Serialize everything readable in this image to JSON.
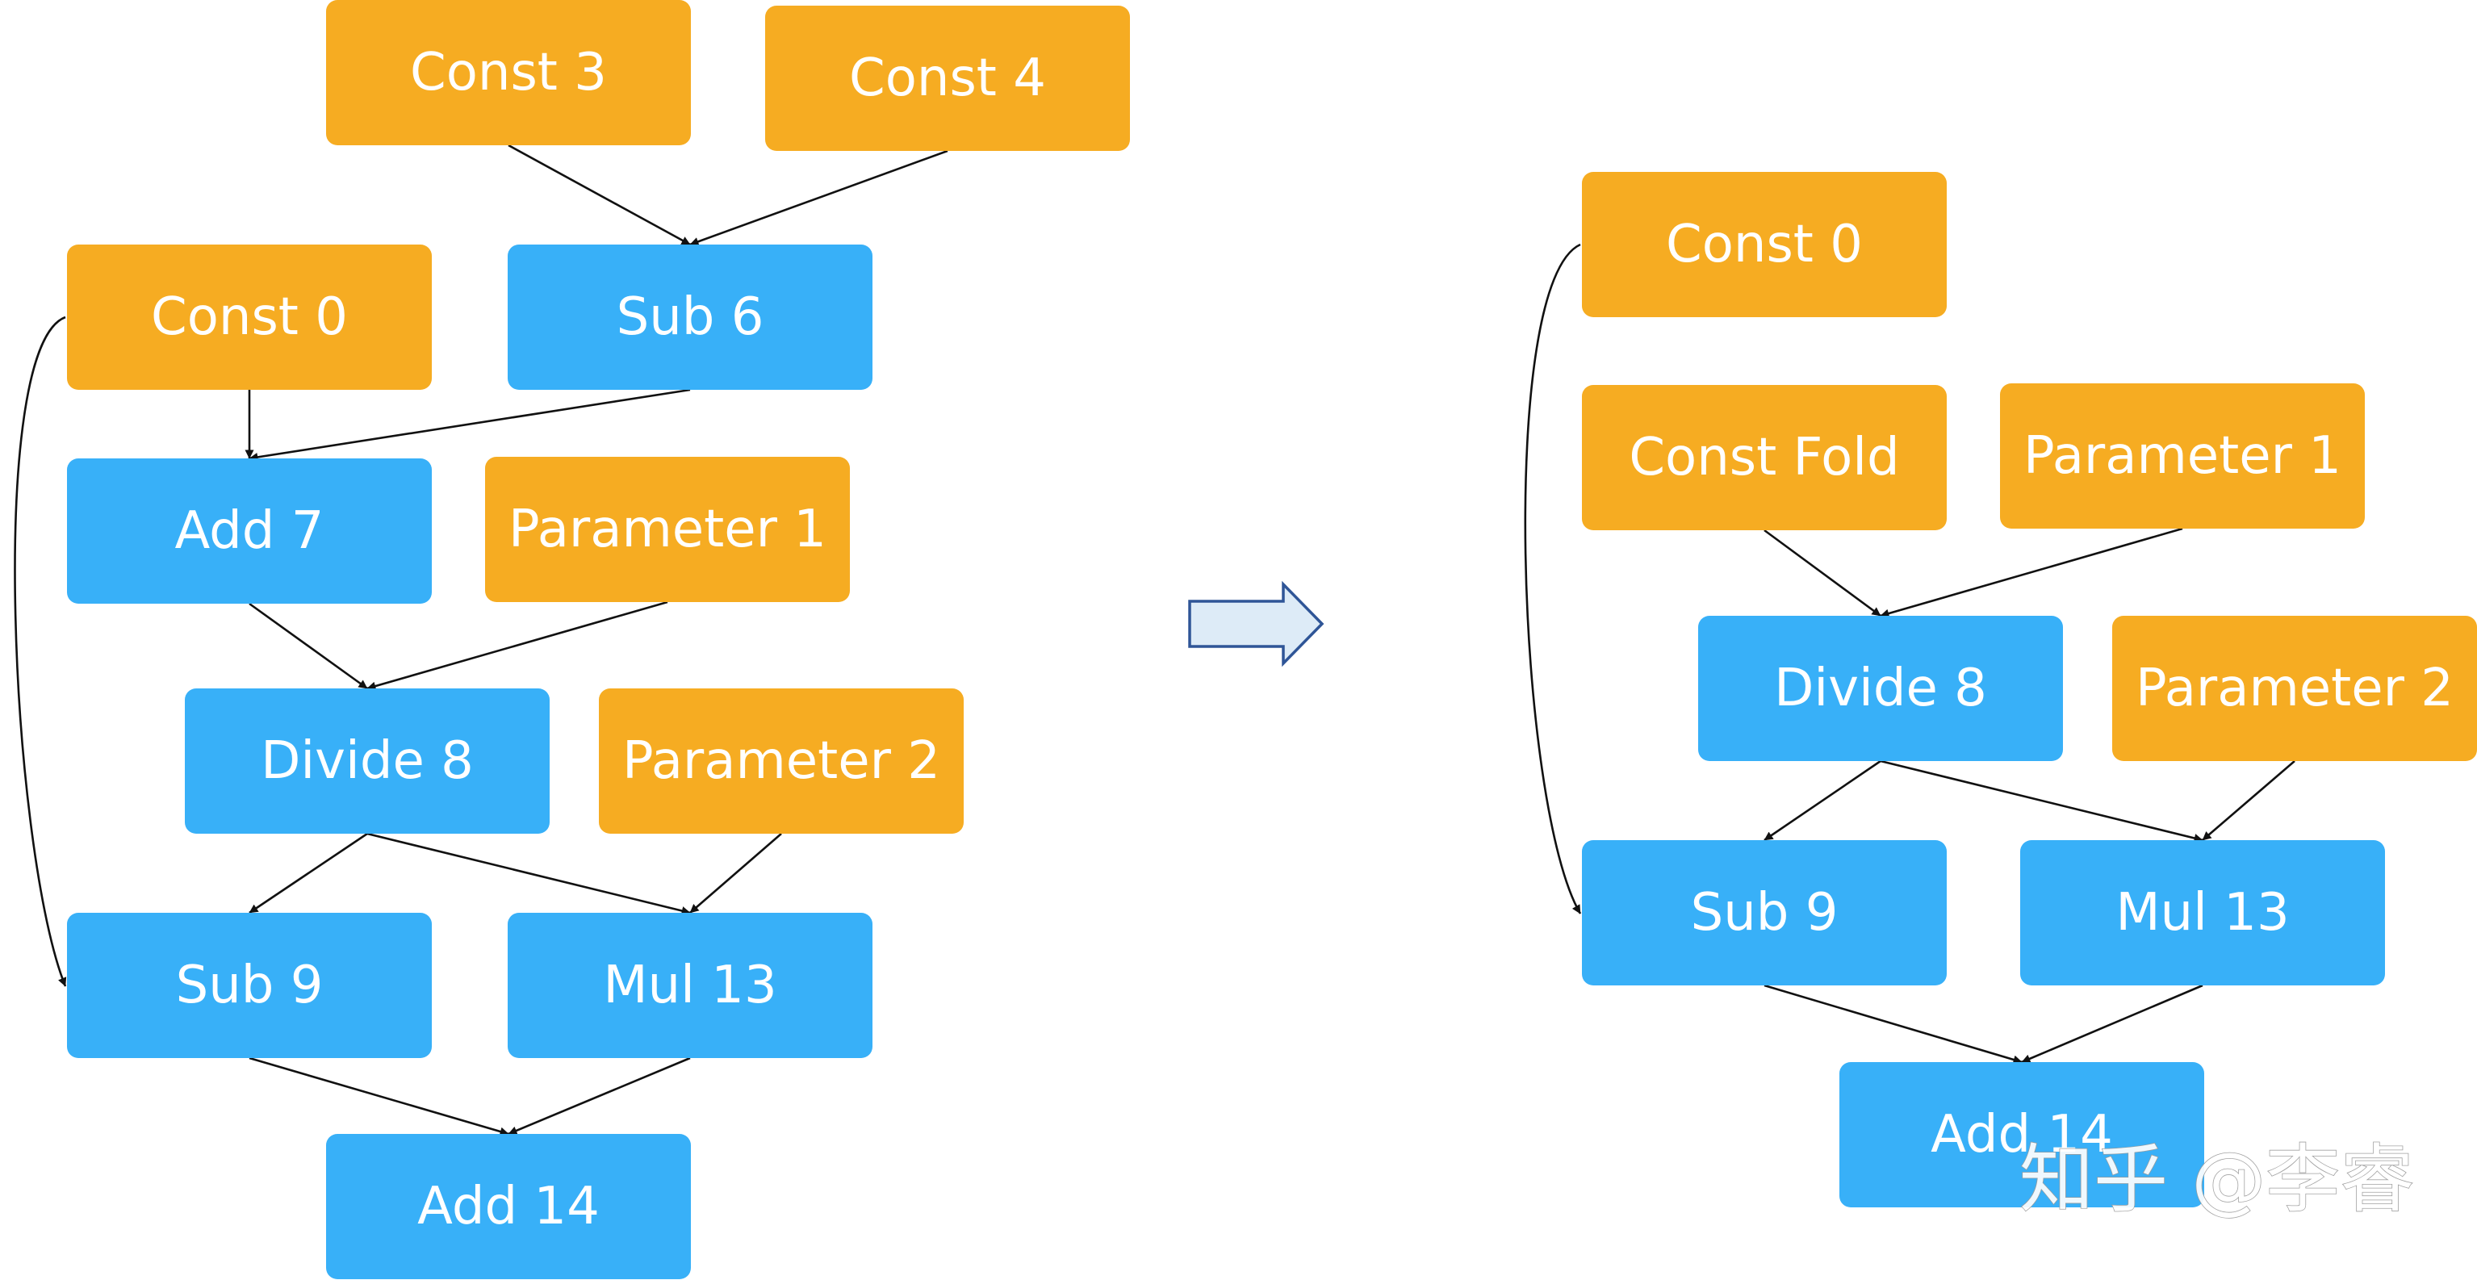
{
  "colors": {
    "const_node": "#F6AC22",
    "op_node": "#38B0F8",
    "edge": "#111111",
    "transform_arrow_fill": "#DDEBF7",
    "transform_arrow_stroke": "#2F5597"
  },
  "before_graph": {
    "nodes": [
      {
        "id": "b_const3",
        "kind": "const",
        "label": "Const 3"
      },
      {
        "id": "b_const4",
        "kind": "const",
        "label": "Const 4"
      },
      {
        "id": "b_const0",
        "kind": "const",
        "label": "Const 0"
      },
      {
        "id": "b_sub6",
        "kind": "op",
        "label": "Sub 6"
      },
      {
        "id": "b_add7",
        "kind": "op",
        "label": "Add 7"
      },
      {
        "id": "b_param1",
        "kind": "const",
        "label": "Parameter 1"
      },
      {
        "id": "b_divide8",
        "kind": "op",
        "label": "Divide 8"
      },
      {
        "id": "b_param2",
        "kind": "const",
        "label": "Parameter 2"
      },
      {
        "id": "b_sub9",
        "kind": "op",
        "label": "Sub 9"
      },
      {
        "id": "b_mul13",
        "kind": "op",
        "label": "Mul 13"
      },
      {
        "id": "b_add14",
        "kind": "op",
        "label": "Add 14"
      }
    ],
    "edges": [
      {
        "from": "b_const3",
        "to": "b_sub6"
      },
      {
        "from": "b_const4",
        "to": "b_sub6"
      },
      {
        "from": "b_const0",
        "to": "b_add7"
      },
      {
        "from": "b_sub6",
        "to": "b_add7"
      },
      {
        "from": "b_const0",
        "to": "b_sub9"
      },
      {
        "from": "b_add7",
        "to": "b_divide8"
      },
      {
        "from": "b_param1",
        "to": "b_divide8"
      },
      {
        "from": "b_divide8",
        "to": "b_sub9"
      },
      {
        "from": "b_divide8",
        "to": "b_mul13"
      },
      {
        "from": "b_param2",
        "to": "b_mul13"
      },
      {
        "from": "b_sub9",
        "to": "b_add14"
      },
      {
        "from": "b_mul13",
        "to": "b_add14"
      }
    ]
  },
  "transform_arrow": {
    "icon": "right-arrow-icon"
  },
  "after_graph": {
    "nodes": [
      {
        "id": "a_const0",
        "kind": "const",
        "label": "Const 0"
      },
      {
        "id": "a_constfold",
        "kind": "const",
        "label": "Const Fold"
      },
      {
        "id": "a_param1",
        "kind": "const",
        "label": "Parameter 1"
      },
      {
        "id": "a_divide8",
        "kind": "op",
        "label": "Divide 8"
      },
      {
        "id": "a_param2",
        "kind": "const",
        "label": "Parameter 2"
      },
      {
        "id": "a_sub9",
        "kind": "op",
        "label": "Sub 9"
      },
      {
        "id": "a_mul13",
        "kind": "op",
        "label": "Mul 13"
      },
      {
        "id": "a_add14",
        "kind": "op",
        "label": "Add 14"
      }
    ],
    "edges": [
      {
        "from": "a_const0",
        "to": "a_sub9"
      },
      {
        "from": "a_constfold",
        "to": "a_divide8"
      },
      {
        "from": "a_param1",
        "to": "a_divide8"
      },
      {
        "from": "a_divide8",
        "to": "a_sub9"
      },
      {
        "from": "a_divide8",
        "to": "a_mul13"
      },
      {
        "from": "a_param2",
        "to": "a_mul13"
      },
      {
        "from": "a_sub9",
        "to": "a_add14"
      },
      {
        "from": "a_mul13",
        "to": "a_add14"
      }
    ]
  },
  "watermark": {
    "text": "知乎 @李睿"
  }
}
